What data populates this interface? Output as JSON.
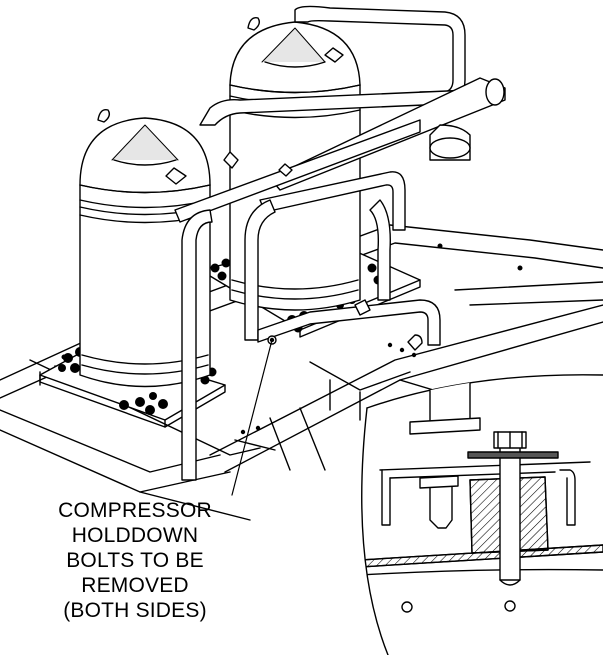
{
  "callout": {
    "lines": [
      "COMPRESSOR",
      "HOLDDOWN",
      "BOLTS TO BE",
      "REMOVED",
      "(BOTH SIDES)"
    ]
  },
  "colors": {
    "ink": "#000000",
    "paper": "#ffffff",
    "shade": "#e6e6e6"
  }
}
